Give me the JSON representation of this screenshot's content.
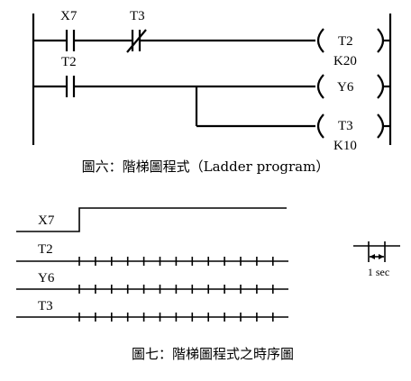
{
  "ladder": {
    "rung1": {
      "contact1_label": "X7",
      "contact2_label": "T3",
      "coil_label": "T2",
      "coil_value": "K20"
    },
    "rung2": {
      "contact_label": "T2",
      "coil_label": "Y6"
    },
    "rung3": {
      "coil_label": "T3",
      "coil_value": "K10"
    },
    "caption": "圖六：階梯圖程式（Ladder program）"
  },
  "timing": {
    "signals": [
      "X7",
      "T2",
      "Y6",
      "T3"
    ],
    "scale_label": "1 sec",
    "caption": "圖七：階梯圖程式之時序圖"
  }
}
